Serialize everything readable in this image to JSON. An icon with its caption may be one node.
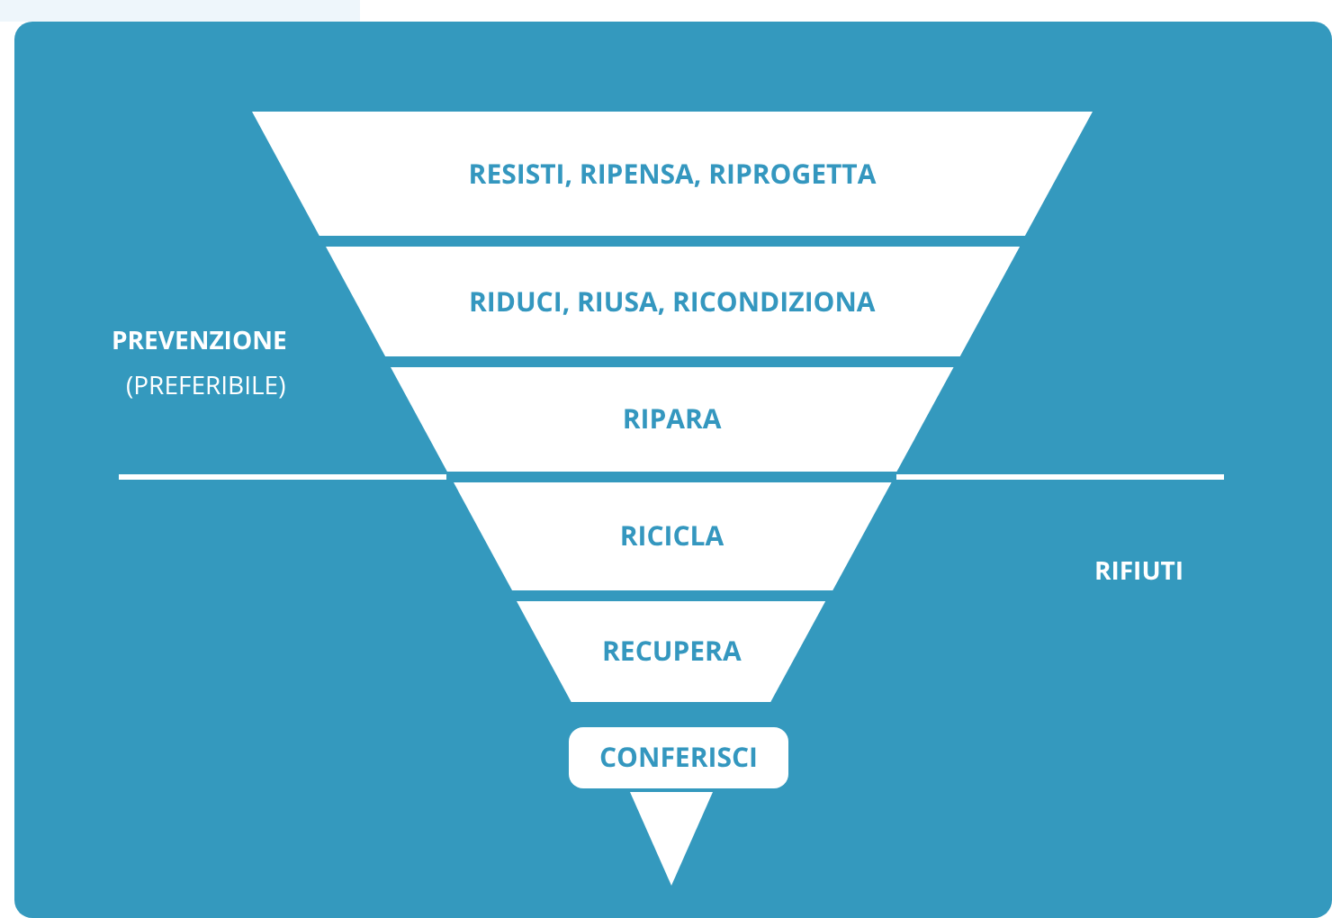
{
  "diagram": {
    "nodes": [
      {
        "text": [
          "RESISTI, RIPENSA, RIPROGETTA"
        ]
      },
      {
        "text": [
          "RIDUCI, RIUSA, RICONDIZIONA"
        ]
      },
      {
        "text": [
          "RIPARA"
        ]
      },
      {
        "text": [
          "RICICLA"
        ]
      },
      {
        "text": [
          "RECUPERA"
        ]
      },
      {
        "text": [
          "CONFERISCI"
        ]
      }
    ],
    "labels": [
      "PREVENZIONE",
      "(PREFERIBILE)",
      "RIFIUTI"
    ]
  }
}
